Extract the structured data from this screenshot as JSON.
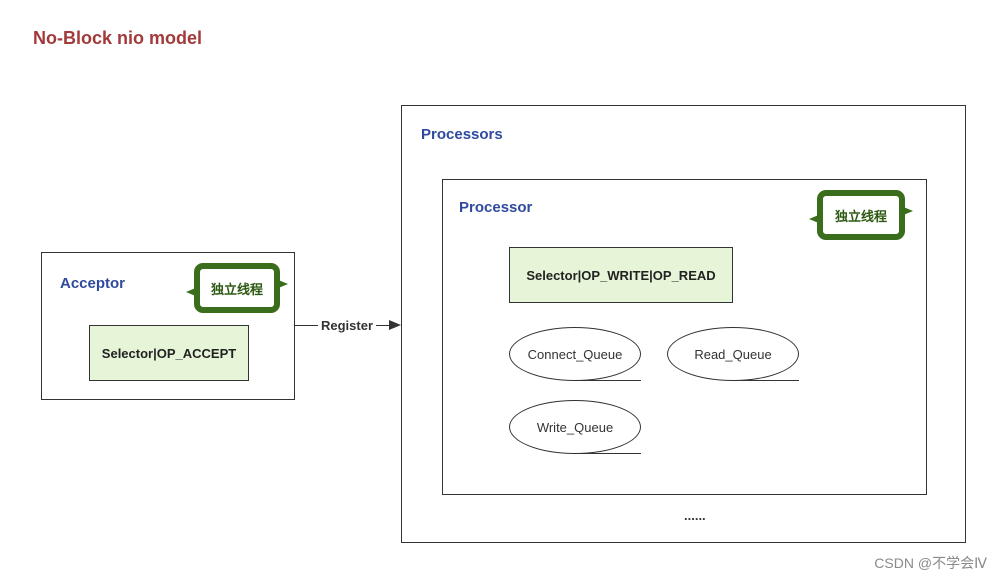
{
  "title": "No-Block nio model",
  "acceptor": {
    "label": "Acceptor",
    "thread_label": "独立线程",
    "selector_label": "Selector|OP_ACCEPT"
  },
  "register_label": "Register",
  "processors": {
    "label": "Processors",
    "ellipsis": "......",
    "processor": {
      "label": "Processor",
      "thread_label": "独立线程",
      "selector_label": "Selector|OP_WRITE|OP_READ",
      "queues": [
        "Connect_Queue",
        "Read_Queue",
        "Write_Queue"
      ]
    }
  },
  "watermark": "CSDN @不学会Ⅳ",
  "colors": {
    "title": "#a33a3a",
    "box_label": "#2f4a9e",
    "selector_fill": "#e6f4d8",
    "thread_border": "#3a6e1c"
  }
}
